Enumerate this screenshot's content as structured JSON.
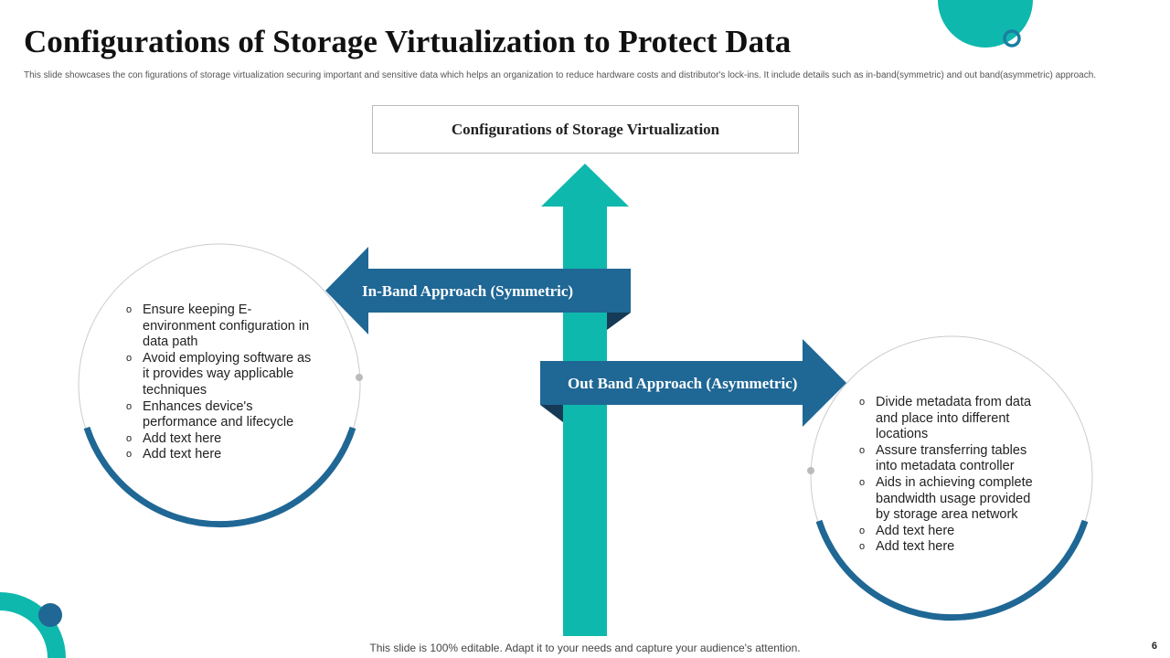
{
  "title": "Configurations of Storage Virtualization to Protect Data",
  "subtitle": "This slide showcases the con figurations of storage virtualization securing important and sensitive data which helps an organization to reduce hardware costs and distributor's lock-ins. It include details such as in-band(symmetric) and out band(asymmetric) approach.",
  "center_box": "Configurations of Storage Virtualization",
  "in_band": {
    "label": "In-Band Approach (Symmetric)",
    "items": [
      "Ensure keeping E-environment configuration in data path",
      "Avoid employing software as it provides way applicable techniques",
      "Enhances device's performance and lifecycle",
      "Add text here",
      "Add text here"
    ]
  },
  "out_band": {
    "label": "Out Band Approach (Asymmetric)",
    "items": [
      "Divide metadata from data and place into different locations",
      "Assure transferring tables into metadata controller",
      "Aids in achieving complete bandwidth usage provided by storage area network",
      "Add text here",
      "Add text here"
    ]
  },
  "footer": "This slide is 100% editable. Adapt it to your needs and capture your audience's attention.",
  "page_number": "6",
  "colors": {
    "teal": "#0fb8ad",
    "blue": "#1f6795",
    "dark": "#163a55"
  }
}
